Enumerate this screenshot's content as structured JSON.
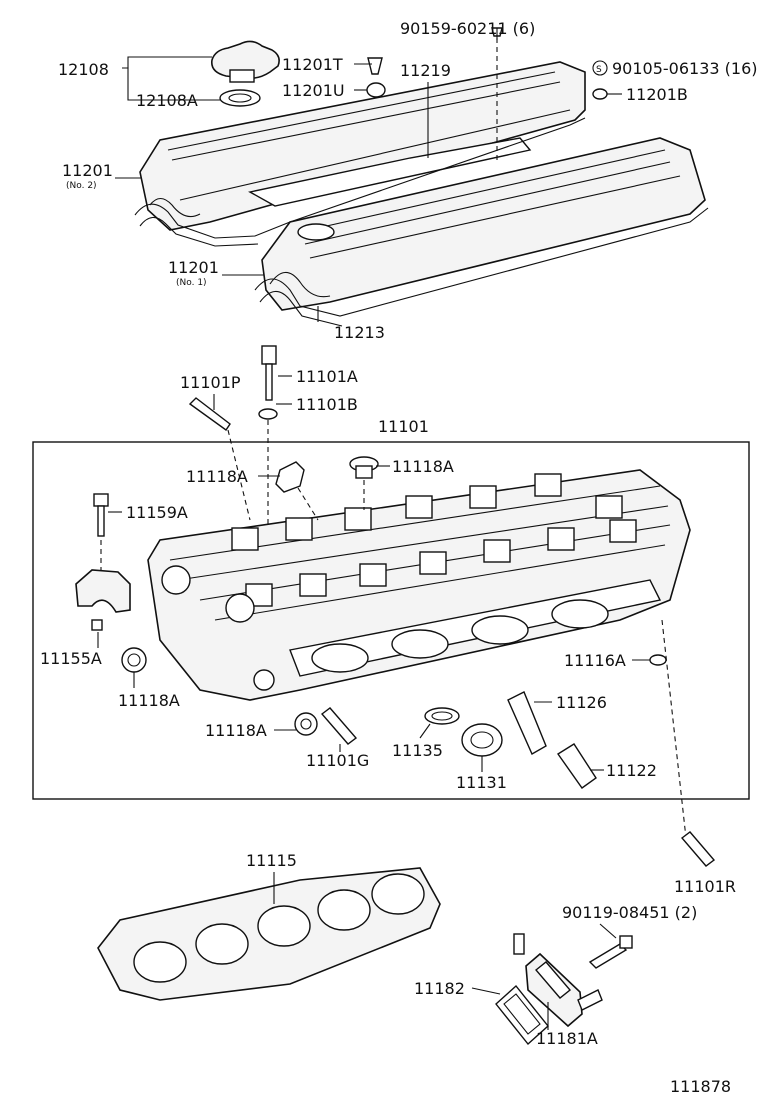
{
  "labels": {
    "l90159": "90159-60211 (6)",
    "l12108": "12108",
    "l12108a": "12108A",
    "l11201t": "11201T",
    "l11201u": "11201U",
    "l11219": "11219",
    "l90105": "90105-06133 (16)",
    "l90105_mark": "S",
    "l11201b": "11201B",
    "l11201_no2": "11201",
    "l11201_no2_sub": "(No. 2)",
    "l11201_no1": "11201",
    "l11201_no1_sub": "(No. 1)",
    "l11213": "11213",
    "l11101p": "11101P",
    "l11101a": "11101A",
    "l11101b": "11101B",
    "l11101": "11101",
    "l11118a_top": "11118A",
    "l11118a_top2": "11118A",
    "l11159a": "11159A",
    "l11155a": "11155A",
    "l11118a_left": "11118A",
    "l11116a": "11116A",
    "l11126": "11126",
    "l11118a_bottom": "11118A",
    "l11101g": "11101G",
    "l11135": "11135",
    "l11131": "11131",
    "l11122": "11122",
    "l11101r": "11101R",
    "l11115": "11115",
    "l90119": "90119-08451 (2)",
    "l11182": "11182",
    "l11181a": "11181A",
    "l111878": "111878"
  }
}
